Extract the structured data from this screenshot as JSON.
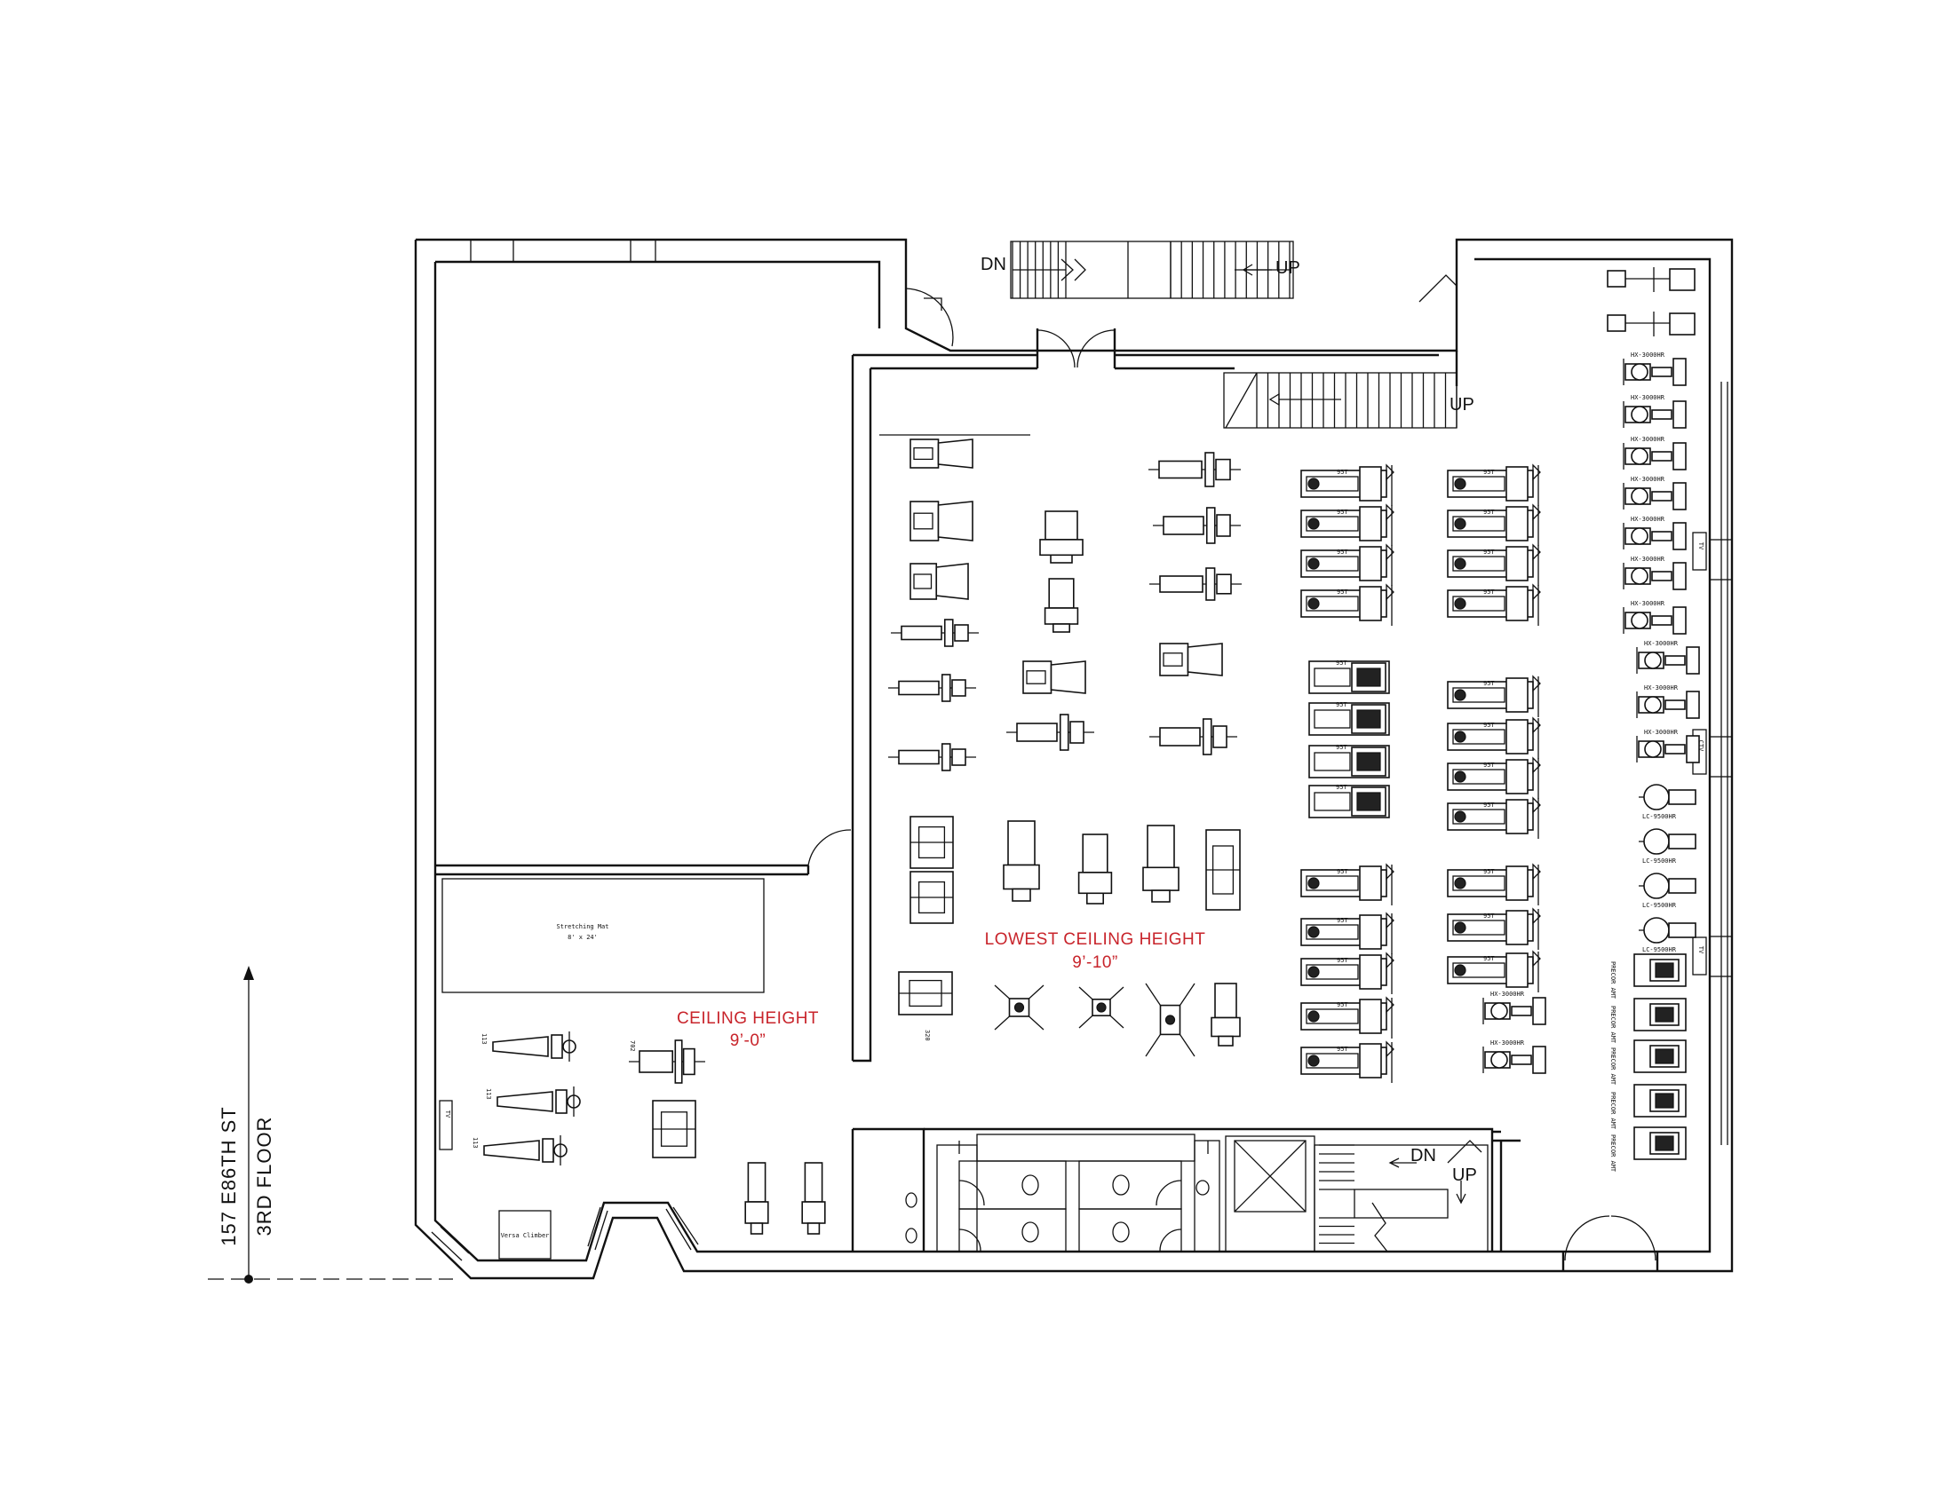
{
  "labels": {
    "stair_top_dn": "DN",
    "stair_top_up": "UP",
    "stair_mid_up": "UP",
    "stair_bottom_dn": "DN",
    "stair_bottom_up": "UP",
    "lowest_ceiling_title": "LOWEST CEILING HEIGHT",
    "lowest_ceiling_value": "9’-10”",
    "ceiling_title": "CEILING HEIGHT",
    "ceiling_value": "9’-0”",
    "stretching_mat_title": "Stretching Mat",
    "stretching_mat_size": "8' x 24'",
    "versa_climber": "Versa Climber",
    "tv_left": "TV",
    "tv_right_top": "TV",
    "tv_right_mid": "CTV",
    "tv_right_bottom": "TV",
    "street_name": "157 E86TH ST",
    "floor_name": "3RD FLOOR",
    "bench_code": "113",
    "machine_code_320": "320",
    "machine_code_702": "702",
    "treadmill_code": "95T",
    "elliptical_code": "LC-9500HR",
    "bike_code": "HX-3000HR",
    "arc_code": "PRECOR AMT"
  },
  "colors": {
    "walls": "#111111",
    "annotation_red": "#c8242b",
    "background": "#ffffff"
  }
}
